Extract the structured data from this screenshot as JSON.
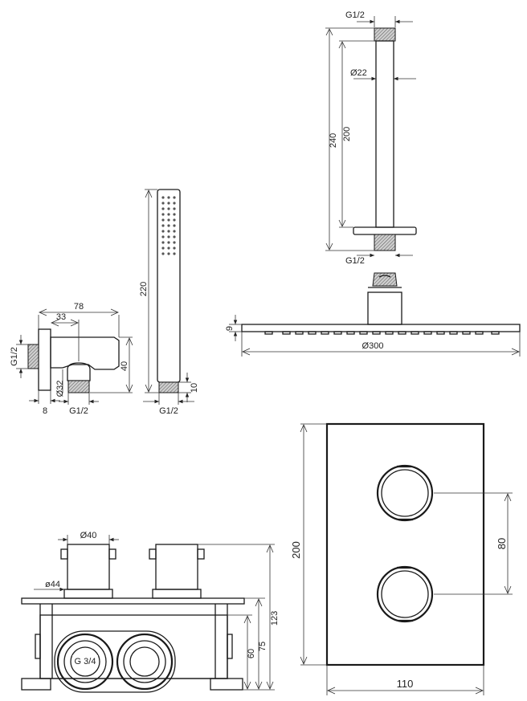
{
  "arm": {
    "top_thread": "G1/2",
    "diameter": "Ø22",
    "length_total": "240",
    "length_inner": "200",
    "bottom_thread": "G1/2"
  },
  "head": {
    "thickness": "9",
    "diameter": "Ø300"
  },
  "handshower": {
    "length": "220",
    "end_length": "10",
    "thread": "G1/2"
  },
  "elbow": {
    "width": "78",
    "offset": "33",
    "thread_side": "G1/2",
    "height": "40",
    "diameter": "Ø32",
    "plate": "8",
    "thread_bottom": "G1/2"
  },
  "valve_side": {
    "knob_diameter": "Ø40",
    "collar_diameter": "ø44",
    "depth_total": "123",
    "depth_mid": "75",
    "depth_box": "60",
    "inlet": "G 3/4"
  },
  "faceplate": {
    "height": "200",
    "knob_spacing": "80",
    "width": "110"
  }
}
